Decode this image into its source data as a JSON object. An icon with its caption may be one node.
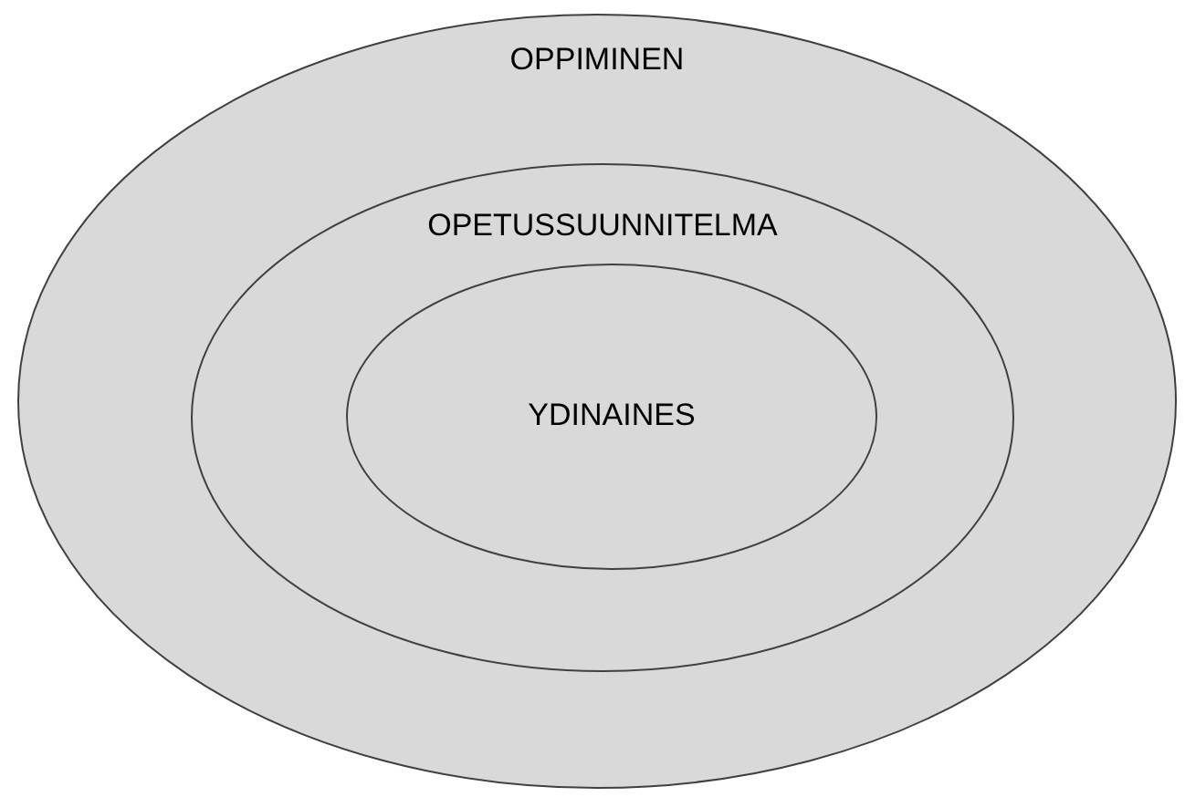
{
  "diagram": {
    "nodes": [
      {
        "text": [
          "OPPIMINEN"
        ]
      },
      {
        "text": [
          "OPETUSSUUNNITELMA"
        ],
        "in": 0
      },
      {
        "text": [
          "YDINAINES"
        ],
        "in": 1
      }
    ]
  }
}
